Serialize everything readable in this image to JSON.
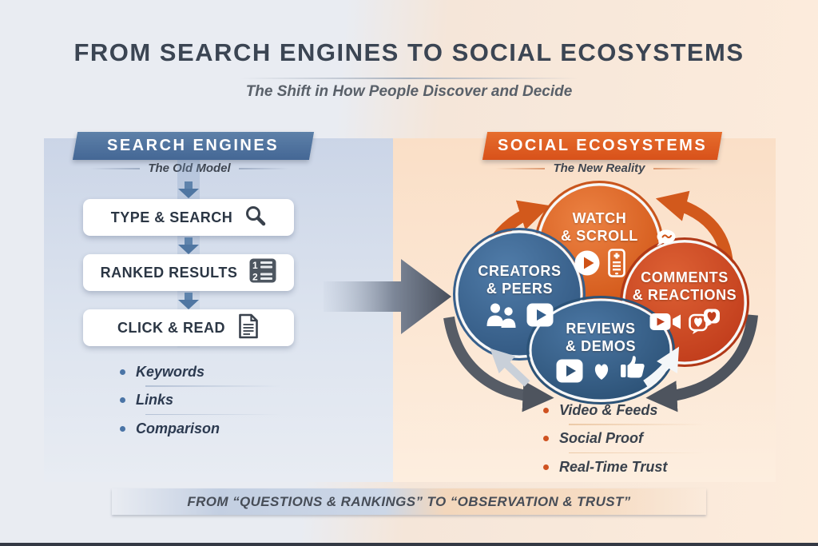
{
  "title": "FROM SEARCH ENGINES TO SOCIAL ECOSYSTEMS",
  "subtitle": "The Shift in How People Discover and Decide",
  "left_panel": {
    "header": "SEARCH ENGINES",
    "tagline": "The Old Model",
    "steps": [
      {
        "label": "TYPE & SEARCH",
        "icon": "magnifier-icon"
      },
      {
        "label": "RANKED RESULTS",
        "icon": "numbered-list-icon",
        "icon_numbers": [
          "1",
          "2"
        ]
      },
      {
        "label": "CLICK & READ",
        "icon": "document-icon"
      }
    ],
    "bullets": [
      "Keywords",
      "Links",
      "Comparison"
    ]
  },
  "right_panel": {
    "header": "SOCIAL ECOSYSTEMS",
    "tagline": "The New Reality",
    "nodes": [
      {
        "line1": "WATCH",
        "line2": "& SCROLL",
        "icons": [
          "play-circle-icon",
          "smartphone-icon",
          "speech-bubble-icon"
        ],
        "color": "#D2591C"
      },
      {
        "line1": "CREATORS",
        "line2": "& PEERS",
        "icons": [
          "people-icon",
          "play-video-icon"
        ],
        "color": "#3A6491"
      },
      {
        "line1": "COMMENTS",
        "line2": "& REACTIONS",
        "icons": [
          "video-camera-icon",
          "heart-reactions-icon"
        ],
        "color": "#C54120"
      },
      {
        "line1": "REVIEWS",
        "line2": "& DEMOS",
        "icons": [
          "play-video-icon",
          "heart-icon",
          "thumbs-up-icon"
        ],
        "color": "#2F5579"
      }
    ],
    "bullets": [
      "Video & Feeds",
      "Social Proof",
      "Real-Time Trust"
    ]
  },
  "footer": "FROM “QUESTIONS & RANKINGS” TO “OBSERVATION & TRUST”",
  "colors": {
    "left_accent": "#4C74A4",
    "right_accent": "#E05A20",
    "title_text": "#3B4553",
    "left_panel_bg": "#CBD5E7",
    "right_panel_bg": "#FADFC7",
    "arrow_dark": "#4E545E"
  }
}
